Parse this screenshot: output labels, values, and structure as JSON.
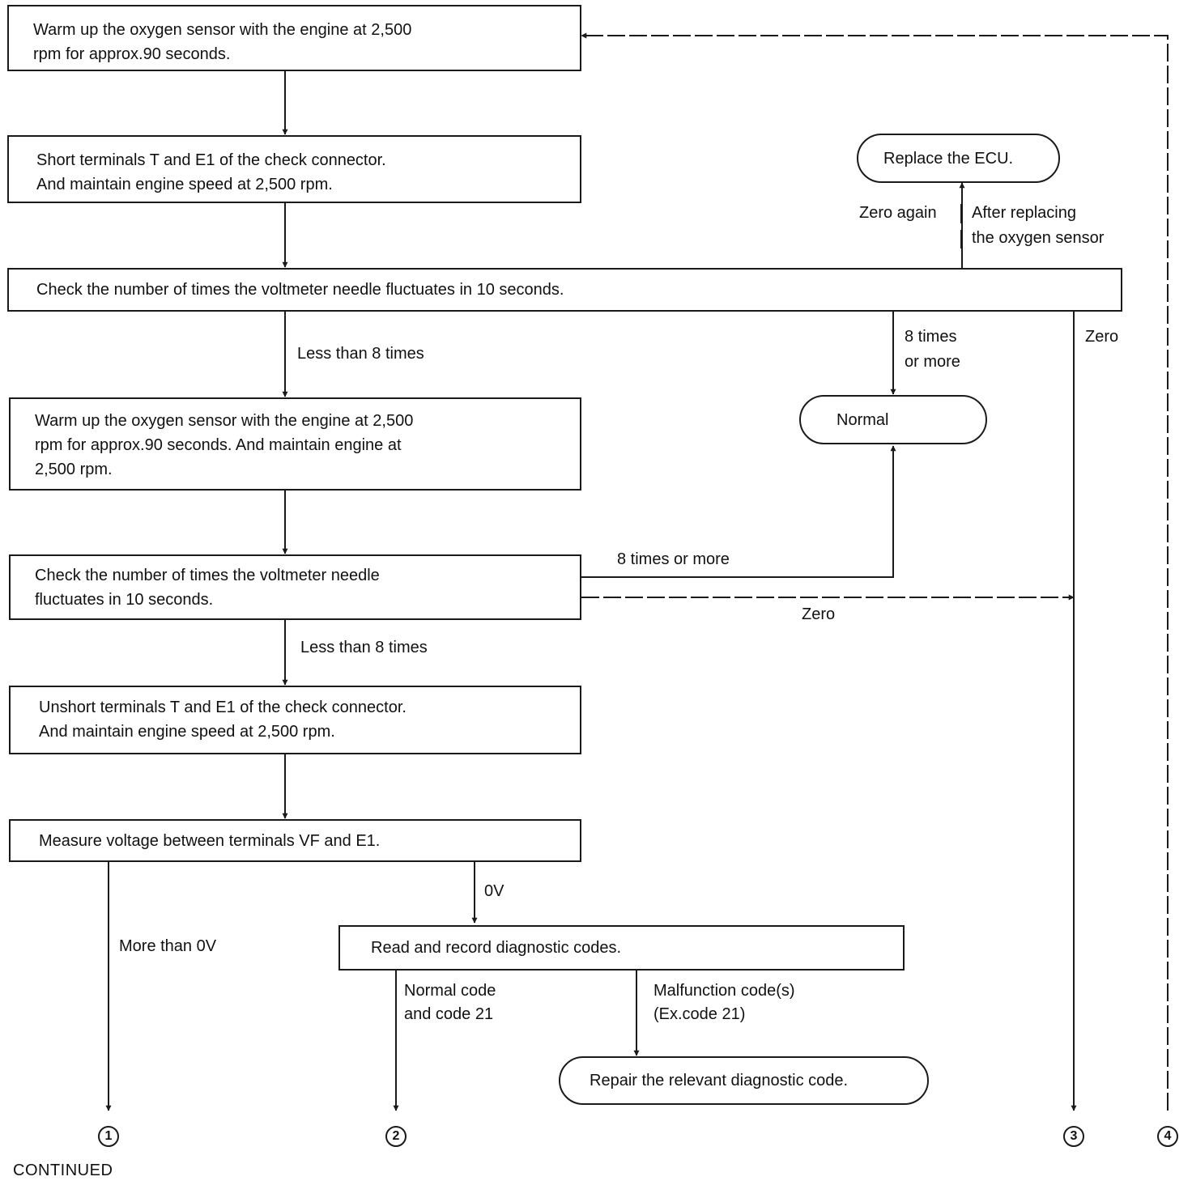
{
  "steps": {
    "warmup": "Warm up the oxygen sensor with the engine at 2,500\nrpm for approx.90 seconds.",
    "short_terminals": "Short terminals T and E1 of the check connector.\nAnd maintain engine speed at 2,500 rpm.",
    "check_first": "Check the number of times the voltmeter needle fluctuates in 10 seconds.",
    "warmup_maintain": "Warm up the oxygen sensor with the engine at 2,500\nrpm for approx.90 seconds. And maintain engine at\n2,500 rpm.",
    "check_second": "Check the number of times the voltmeter needle\nfluctuates in 10 seconds.",
    "unshort_terminals": "Unshort terminals T and E1 of the check connector.\nAnd maintain engine speed at 2,500 rpm.",
    "measure_voltage": "Measure voltage between terminals VF and E1.",
    "read_codes": "Read and record diagnostic codes."
  },
  "terminals": {
    "replace_ecu": "Replace the ECU.",
    "normal": "Normal",
    "repair_code": "Repair the relevant diagnostic code."
  },
  "branch_labels": {
    "zero_again": "Zero again",
    "after_replacing": "After replacing\nthe oxygen sensor",
    "eight_or_more_first": "8 times\nor more",
    "zero_first": "Zero",
    "less_than_8_first": "Less than 8 times",
    "eight_or_more_second": "8 times or more",
    "zero_second": "Zero",
    "less_than_8_second": "Less than 8 times",
    "zero_volts": "0V",
    "more_than_zero": "More than 0V",
    "normal_code": "Normal code\nand code 21",
    "malfunction_codes": "Malfunction code(s)\n(Ex.code 21)"
  },
  "connectors": {
    "c1": "1",
    "c2": "2",
    "c3": "3",
    "c4": "4"
  },
  "footer": {
    "continued": "CONTINUED"
  }
}
